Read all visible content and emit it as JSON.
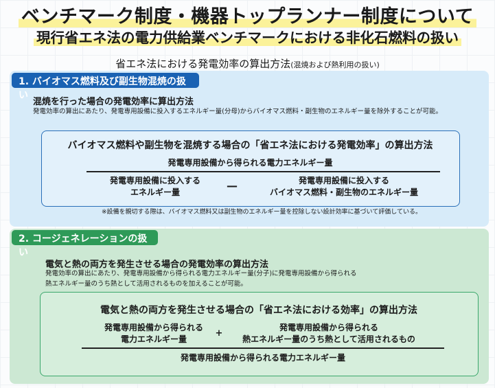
{
  "title": "ベンチマーク制度・機器トップランナー制度について",
  "subtitle": "現行省エネ法の電力供給業ベンチマークにおける非化石燃料の扱い",
  "section_heading": "省エネ法における発電効率の算出方法",
  "section_heading_note": "(混焼および熱利用の扱い)",
  "section1": {
    "tag": "1. バイオマス燃料及び副生物混焼の扱い",
    "heading": "混焼を行った場合の発電効率に算出方法",
    "text": "発電効率の算出にあたり、発電専用設備に投入するエネルギー量(分母)からバイオマス燃料・副生物のエネルギー量を除外することが可能。",
    "formula_title": "バイオマス燃料や副生物を混焼する場合の「省エネ法における発電効率」の算出方法",
    "numerator": "発電専用設備から得られる電力エネルギー量",
    "denominator_a1": "発電専用設備に投入する",
    "denominator_a2": "エネルギー量",
    "operator": "—",
    "denominator_b1": "発電専用設備に投入する",
    "denominator_b2": "バイオマス燃料・副生物のエネルギー量",
    "footnote": "※設備を親切する際は、バイオマス燃料又は副生物のエネルギー量を控除しない設計効率に基づいて評価している。"
  },
  "section2": {
    "tag": "2. コージェネレーションの扱い",
    "heading": "電気と熱の両方を発生させる場合の発電効率の算出方法",
    "text1": "発電効率の算出にあたり、発電専用設備から得られる電力エネルギー量(分子)に発電専用設備から得られる",
    "text2": "熱エネルギー量のうち熱として活用されるものを加えることが可能。",
    "formula_title": "電気と熱の両方を発生させる場合の「省エネ法における効率」の算出方法",
    "numerator_a1": "発電専用設備から得られる",
    "numerator_a2": "電力エネルギー量",
    "operator": "+",
    "numerator_b1": "発電専用設備から得られる",
    "numerator_b2": "熱エネルギー量のうち熱として活用されるもの",
    "denominator": "発電専用設備から得られる電力エネルギー量"
  }
}
